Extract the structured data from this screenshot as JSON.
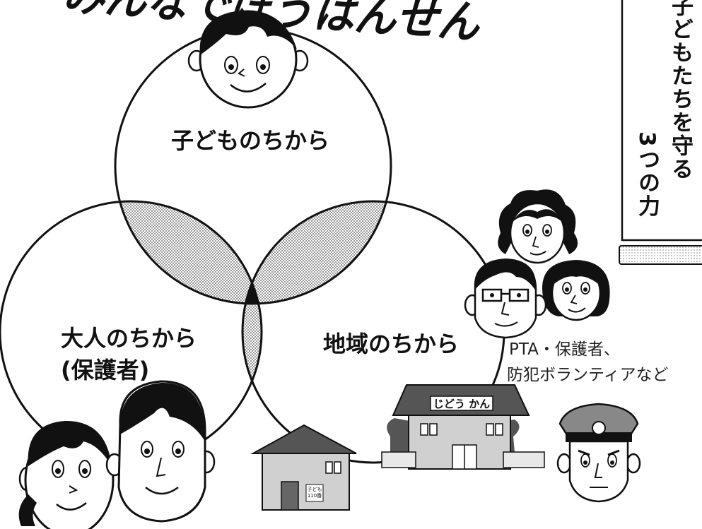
{
  "title_fragment": "みんなでぼうはんせん",
  "banner": {
    "line1": "子どもたちを守る",
    "line2": "3つの力"
  },
  "venn": {
    "top": "子どものちから",
    "left_line1": "大人のちから",
    "left_line2": "(保護者)",
    "right": "地域のちから"
  },
  "community_note": {
    "line1": "PTA・保護者、",
    "line2": "防犯ボランティアなど"
  },
  "buildings": {
    "jidoukan_sign": "じどう かん",
    "house_sign_line1": "子ども",
    "house_sign_line2": "110番"
  },
  "colors": {
    "outline": "#111111",
    "dot_fill": "#777777",
    "building_fill": "#cccccc",
    "roof_fill": "#555555"
  }
}
